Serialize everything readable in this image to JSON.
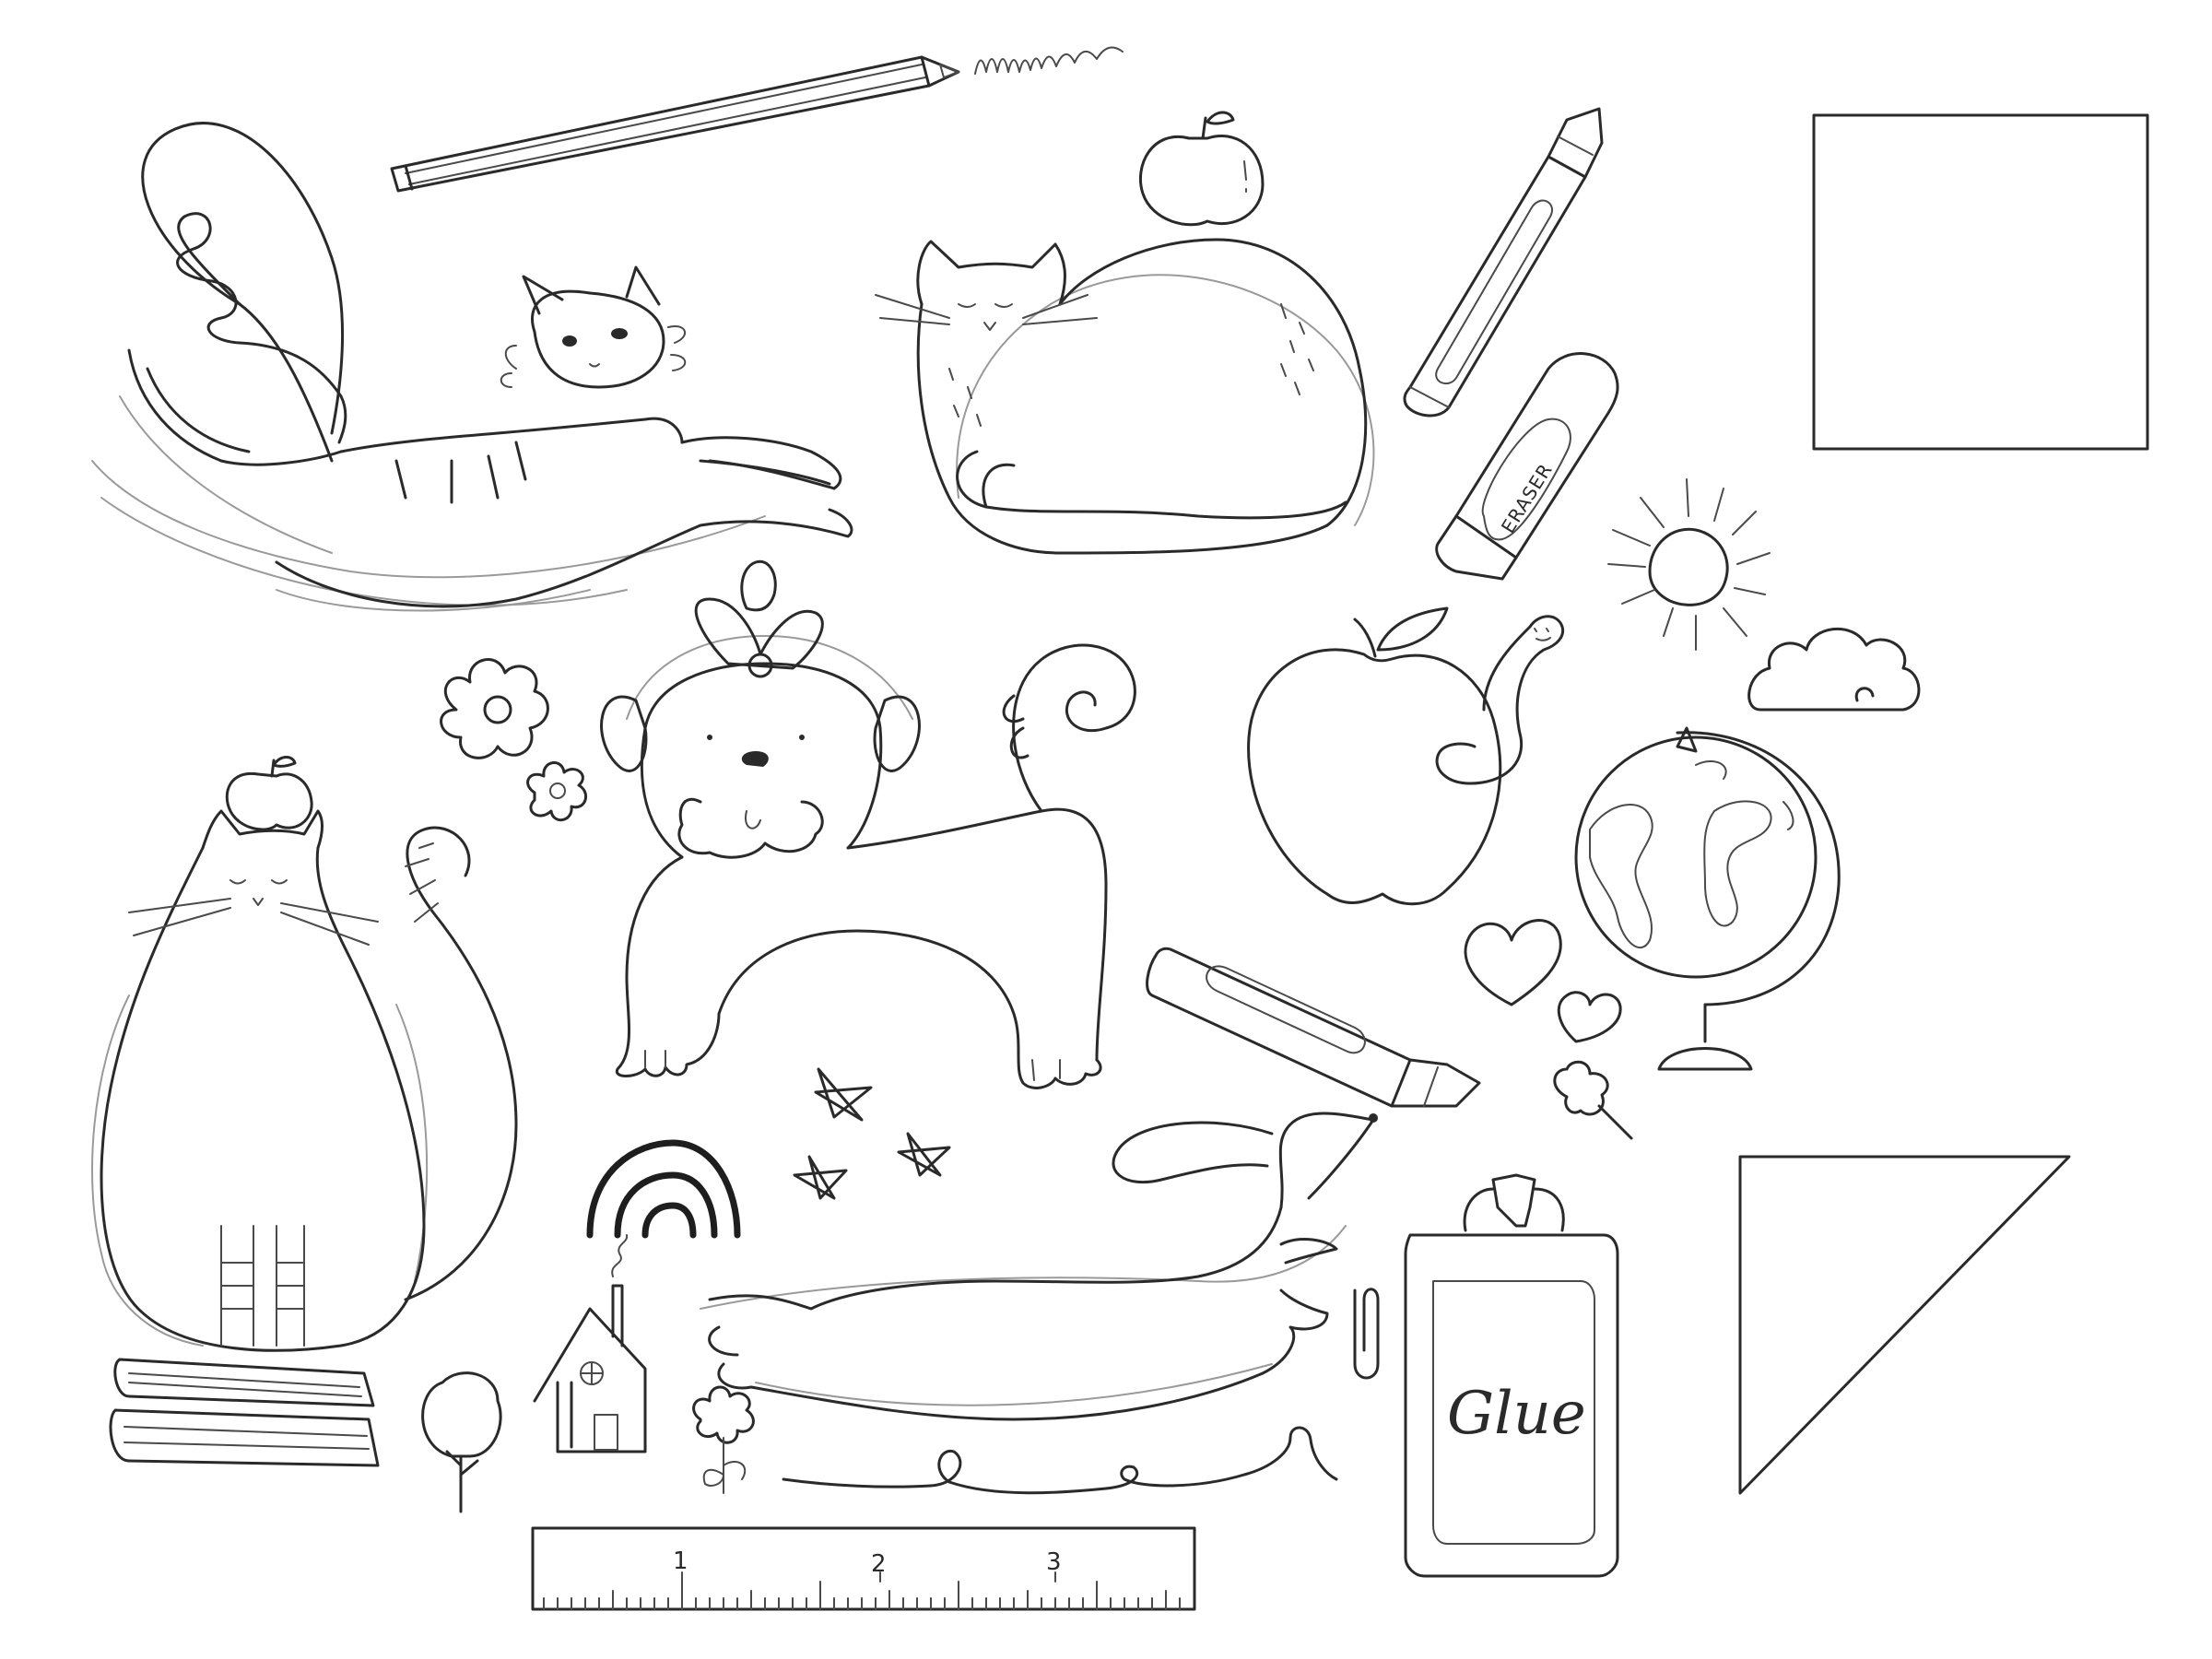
{
  "canvas": {
    "background": "#ffffff",
    "ink_color": "#2a2a2a",
    "sketch_color": "#9a9a9a"
  },
  "labels": {
    "eraser": "ERASER",
    "glue": "Glue",
    "ruler_marks": [
      "1",
      "2",
      "3"
    ]
  },
  "doodles": [
    "leaping-cat",
    "pencil",
    "scribble",
    "speech-loop",
    "sitting-cat-with-apple",
    "crayon",
    "eraser",
    "square-frame",
    "sun",
    "cloud",
    "apple-with-worm",
    "globe",
    "hearts",
    "pushpin",
    "crayon",
    "flowers",
    "shih-tzu-dog-with-bow",
    "stars",
    "rainbow",
    "house",
    "tree",
    "tall-cat-on-books",
    "dachshund",
    "paperclip",
    "glue-bottle",
    "ruler",
    "triangle-frame",
    "swirl-line"
  ]
}
